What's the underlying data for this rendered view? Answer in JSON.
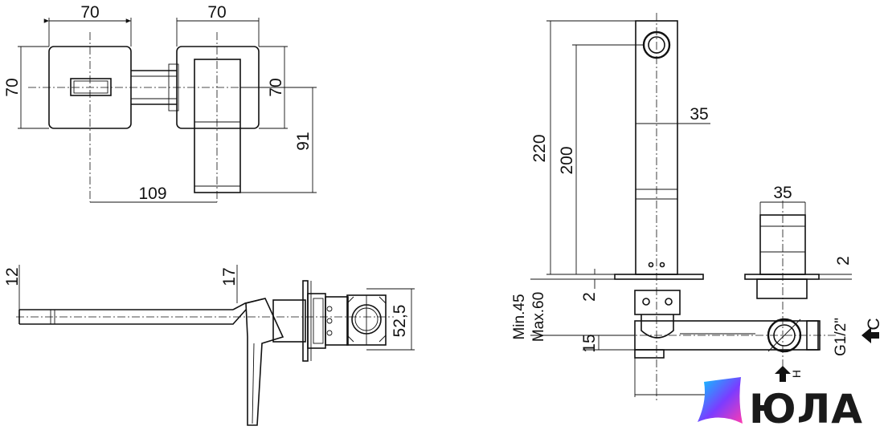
{
  "top_view": {
    "width_left": "70",
    "width_right": "70",
    "height_left": "70",
    "height_right": "70",
    "spout_length": "109",
    "handle_length": "91"
  },
  "side_view": {
    "spout_thickness": "12",
    "handle_thickness": "17",
    "body_depth": "52,5"
  },
  "front_view": {
    "total_height": "220",
    "spout_height": "200",
    "spout_width": "35",
    "handle_width": "35",
    "plate_left": "2",
    "plate_right": "2",
    "min_depth": "Min.45",
    "max_depth": "Max.60",
    "offset": "15",
    "thread": "G1/2\"",
    "cold_label": "C",
    "hot_label": "H"
  },
  "logo": {
    "text": "ЮЛА",
    "colors": [
      "#00d2ff",
      "#7b3cff",
      "#ff3bb0"
    ]
  }
}
